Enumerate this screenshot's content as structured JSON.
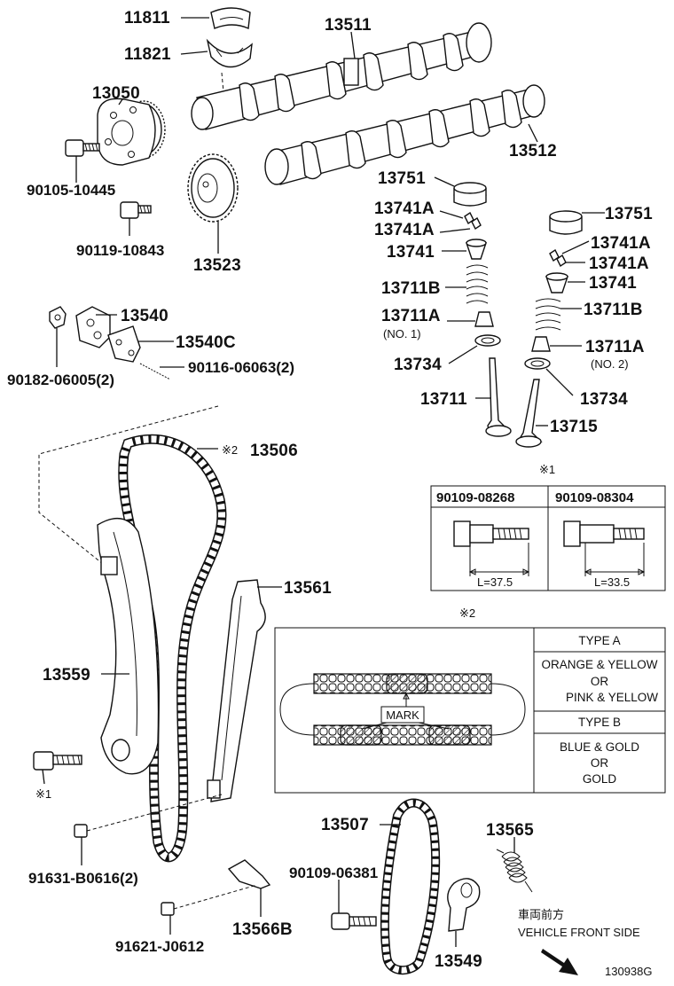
{
  "parts": {
    "p11811": "11811",
    "p11821": "11821",
    "p13050": "13050",
    "p13511": "13511",
    "p13512": "13512",
    "p90105": "90105-10445",
    "p90119": "90119-10843",
    "p13523": "13523",
    "p13751_a": "13751",
    "p13741A_a1": "13741A",
    "p13741A_a2": "13741A",
    "p13741_a": "13741",
    "p13711B_a": "13711B",
    "p13711A_a": "13711A",
    "no1": "(NO. 1)",
    "p13734_a": "13734",
    "p13711": "13711",
    "p13751_b": "13751",
    "p13741A_b1": "13741A",
    "p13741A_b2": "13741A",
    "p13741_b": "13741",
    "p13711B_b": "13711B",
    "p13711A_b": "13711A",
    "no2": "(NO. 2)",
    "p13734_b": "13734",
    "p13715": "13715",
    "p13540": "13540",
    "p13540C": "13540C",
    "p90182": "90182-06005(2)",
    "p90116": "90116-06063(2)",
    "p13506": "13506",
    "p13561": "13561",
    "p13559": "13559",
    "p13507": "13507",
    "p13565": "13565",
    "p90109": "90109-06381",
    "p91631": "91631-B0616(2)",
    "p13566B": "13566B",
    "p91621": "91621-J0612",
    "p13549": "13549"
  },
  "notes": {
    "ref1_top": "※1",
    "ref1_bolt": "※1",
    "ref2_chain": "※2",
    "ref2_box": "※2"
  },
  "bolt_table": {
    "col1_header": "90109-08268",
    "col2_header": "90109-08304",
    "col1_length": "L=37.5",
    "col2_length": "L=33.5"
  },
  "chain_type_table": {
    "type_a": "TYPE A",
    "type_a_line1": "ORANGE & YELLOW",
    "type_a_line2": "OR",
    "type_a_line3": "PINK & YELLOW",
    "type_b": "TYPE B",
    "type_b_line1": "BLUE & GOLD",
    "type_b_line2": "OR",
    "type_b_line3": "GOLD",
    "mark_label": "MARK"
  },
  "direction": {
    "japanese": "車両前方",
    "english": "VEHICLE FRONT SIDE"
  },
  "figure_id": "130938G"
}
